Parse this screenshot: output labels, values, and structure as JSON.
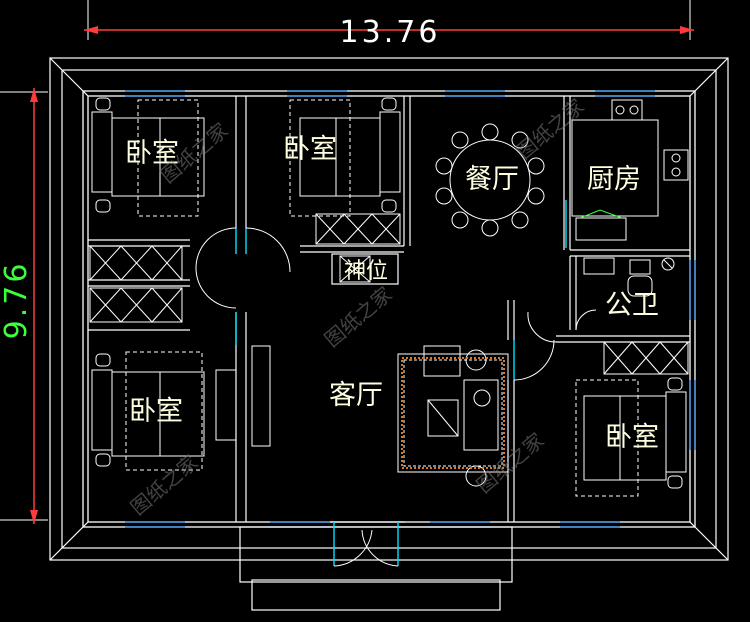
{
  "dimensions": {
    "width_label": "13.76",
    "height_label": "9.76"
  },
  "rooms": {
    "bedroom_top_left": "卧室",
    "bedroom_top_center": "卧室",
    "dining": "餐厅",
    "kitchen": "厨房",
    "shrine": "神位",
    "bathroom": "公卫",
    "living": "客厅",
    "bedroom_bottom_left": "卧室",
    "bedroom_bottom_right": "卧室"
  },
  "watermark": "图纸之家",
  "colors": {
    "background": "#000000",
    "wall": "#ffffff",
    "dimension_line": "#ff3b3b",
    "dimension_text_width": "#ffffff",
    "dimension_text_height": "#3cff3c",
    "window": "#3ca0ff",
    "door": "#00e5ff",
    "room_text": "#ffffe0"
  }
}
